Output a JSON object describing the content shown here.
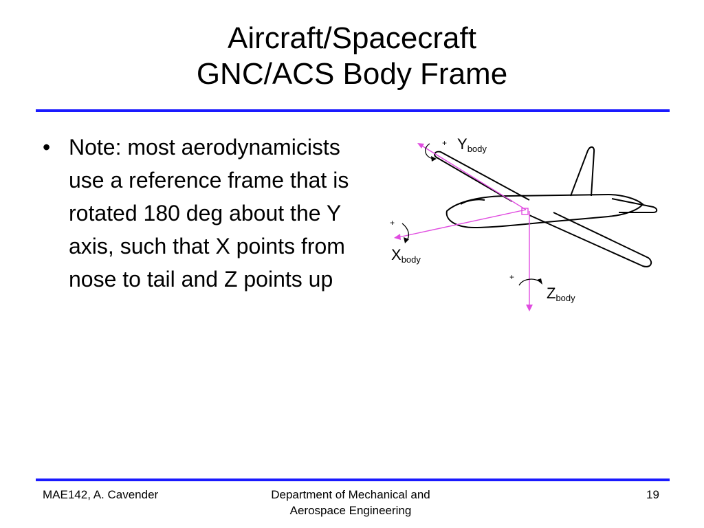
{
  "slide": {
    "title_line1": "Aircraft/Spacecraft",
    "title_line2": "GNC/ACS Body Frame",
    "bullet_text": "Note: most aerodynamicists use a reference frame that is rotated 180 deg about the Y axis, such that X points from nose to tail and Z points up"
  },
  "figure": {
    "y_label": "Y",
    "y_sub": "body",
    "x_label": "X",
    "x_sub": "body",
    "z_label": "Z",
    "z_sub": "body",
    "plus": "+",
    "axis_color": "#e04ce0"
  },
  "footer": {
    "left": "MAE142, A. Cavender",
    "center_line1": "Department of Mechanical and",
    "center_line2": "Aerospace Engineering",
    "page": "19"
  },
  "colors": {
    "rule": "#1a1aff"
  }
}
